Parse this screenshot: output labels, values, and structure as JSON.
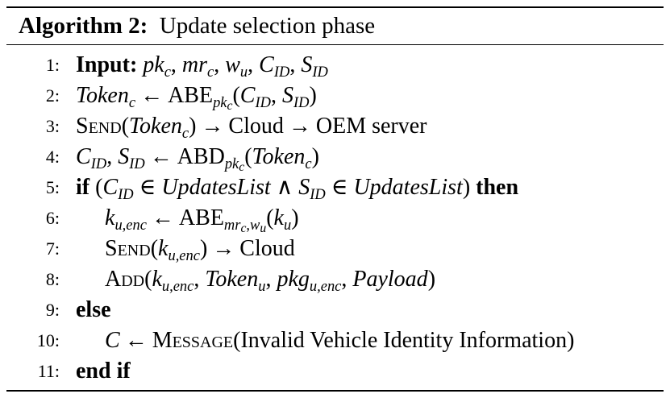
{
  "algorithm": {
    "label": "Algorithm 2:",
    "title": "Update selection phase"
  },
  "lines": [
    {
      "num": "1:"
    },
    {
      "num": "2:"
    },
    {
      "num": "3:"
    },
    {
      "num": "4:"
    },
    {
      "num": "5:"
    },
    {
      "num": "6:"
    },
    {
      "num": "7:"
    },
    {
      "num": "8:"
    },
    {
      "num": "9:"
    },
    {
      "num": "10:"
    },
    {
      "num": "11:"
    }
  ],
  "keywords": {
    "input": "Input:",
    "if": "if",
    "then": "then",
    "else": "else",
    "end_if": "end if"
  },
  "functions": {
    "send": "Send",
    "add": "Add",
    "message": "Message",
    "abe": "ABE",
    "abd": "ABD"
  },
  "text": {
    "cloud": "Cloud",
    "oem_server": "OEM server",
    "invalid_msg": "Invalid Vehicle Identity Information"
  }
}
